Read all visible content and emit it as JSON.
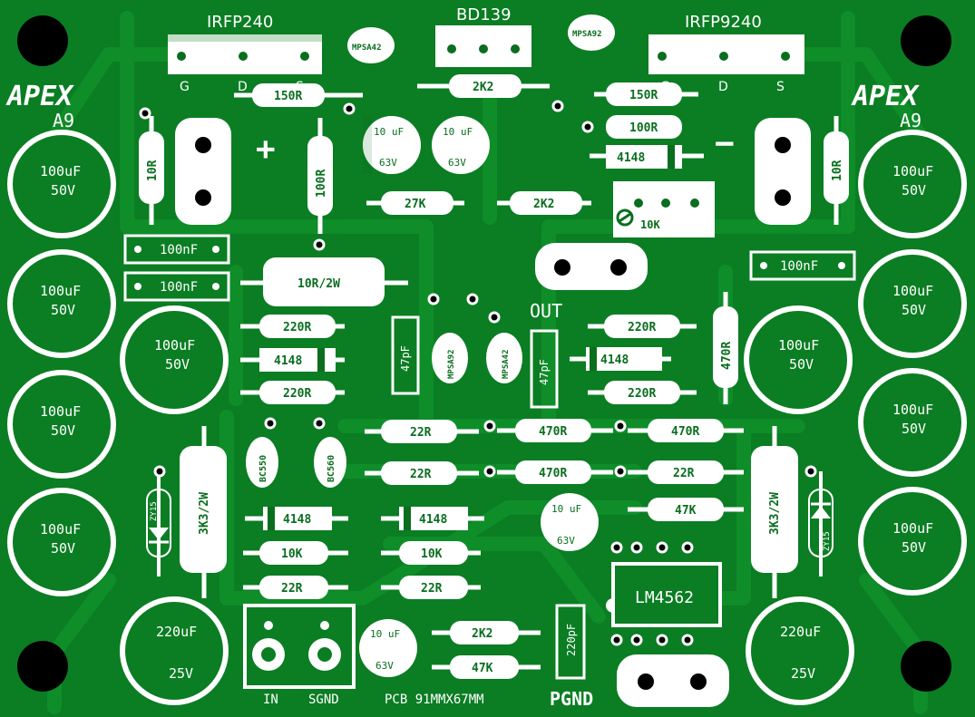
{
  "colors": {
    "board": "#0b7d23",
    "trace": "#0f8f2a",
    "silk": "#ffffff",
    "hole": "#000000",
    "pad": "#ffffff",
    "dark": "#0a6e1f"
  },
  "logo": {
    "left": "APEX",
    "left_model": "A9",
    "right": "APEX",
    "right_model": "A9"
  },
  "transistors_top": {
    "q1": "IRFP240",
    "q2": "BD139",
    "q3": "IRFP9240"
  },
  "pins_left": {
    "g": "G",
    "d": "D",
    "s": "S"
  },
  "pins_right": {
    "g": "G",
    "d": "D",
    "s": "S"
  },
  "rails": {
    "plus": "+",
    "minus": "−"
  },
  "small_transistors": {
    "mpsa42_top": "MPSA42",
    "mpsa92_top": "MPSA92",
    "mpsa92_mid": "MPSA92",
    "mpsa42_mid": "MPSA42",
    "bc550": "BC550",
    "bc560": "BC560"
  },
  "resistors": {
    "r150_left": "150R",
    "r2k2_top": "2K2",
    "r150_right": "150R",
    "r100_right": "100R",
    "r10_left": "10R",
    "r100_vert": "100R",
    "r10_right": "10R",
    "r27k": "27K",
    "r2k2_mid": "2K2",
    "trim10k": "10K",
    "r10r2w": "10R/2W",
    "r220_l1": "220R",
    "r220_l2": "220R",
    "r220_r1": "220R",
    "r220_r2": "220R",
    "r470_vert": "470R",
    "r22_a": "22R",
    "r22_b": "22R",
    "r470_a": "470R",
    "r470_b": "470R",
    "r470_c": "470R",
    "r22_c": "22R",
    "r47k_a": "47K",
    "r3k3_left": "3K3/2W",
    "r3k3_right": "3K3/2W",
    "r10k_a": "10K",
    "r10k_b": "10K",
    "r22_d": "22R",
    "r22_e": "22R",
    "r2k2_bot": "2K2",
    "r47k_bot": "47K"
  },
  "diodes": {
    "d1": "4148",
    "d2": "4148",
    "d3": "4148",
    "d4": "4148",
    "d5": "4148"
  },
  "zeners": {
    "z1": "ZY15",
    "z2": "ZY15"
  },
  "caps_small": {
    "c1_val": "10 uF",
    "c1_v": "63V",
    "c2_val": "10 uF",
    "c2_v": "63V",
    "c3_val": "10 uF",
    "c3_v": "63V",
    "c4_val": "10 uF",
    "c4_v": "63V"
  },
  "film_caps": {
    "c100n_1": "100nF",
    "c100n_2": "100nF",
    "c100n_3": "100nF",
    "c47p_1": "47pF",
    "c47p_2": "47pF",
    "c220p": "220pF"
  },
  "big_caps": {
    "l1_val": "100uF",
    "l1_v": "50V",
    "l2_val": "100uF",
    "l2_v": "50V",
    "l3_val": "100uF",
    "l3_v": "50V",
    "l4_val": "100uF",
    "l4_v": "50V",
    "r1_val": "100uF",
    "r1_v": "50V",
    "r2_val": "100uF",
    "r2_v": "50V",
    "r3_val": "100uF",
    "r3_v": "50V",
    "r4_val": "100uF",
    "r4_v": "50V",
    "ml_val": "100uF",
    "ml_v": "50V",
    "mr_val": "100uF",
    "mr_v": "50V",
    "bl_val": "220uF",
    "bl_v": "25V",
    "br_val": "220uF",
    "br_v": "25V"
  },
  "ic": {
    "name": "LM4562"
  },
  "labels": {
    "out": "OUT",
    "in": "IN",
    "sgnd": "SGND",
    "pgnd": "PGND",
    "pcb": "PCB 91MMX67MM"
  }
}
